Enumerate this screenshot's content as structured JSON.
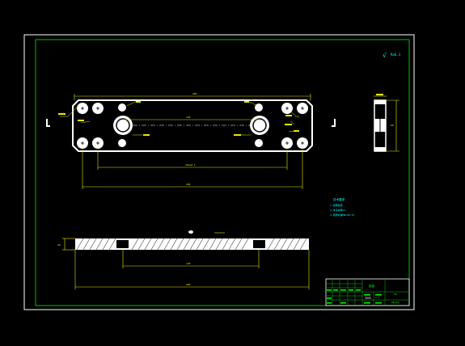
{
  "colors": {
    "background": "#000000",
    "border": "#ffffff",
    "frame": "#00c000",
    "dimension": "#e8e800",
    "notes": "#00ffff",
    "title_block": "#00ff00",
    "part": "#ffffff"
  },
  "roughness": {
    "symbol": "√",
    "value": "Ra6.3"
  },
  "dimensions": {
    "top_width": "280",
    "hole_spacing": "120",
    "hole_row_width": "224±0.1",
    "overall_width": "240",
    "side_height": "60",
    "section_thickness": "20",
    "section_slot": "120",
    "section_total": "280"
  },
  "notes": {
    "title": "技术要求",
    "lines": [
      "1.锐角倒钝",
      "2.未注倒角C1",
      "3.调质处理HRC28-32"
    ]
  },
  "title_block": {
    "part_name": "垫板",
    "material": "45",
    "drawing_no": "DB-01",
    "scale": "1:1"
  }
}
